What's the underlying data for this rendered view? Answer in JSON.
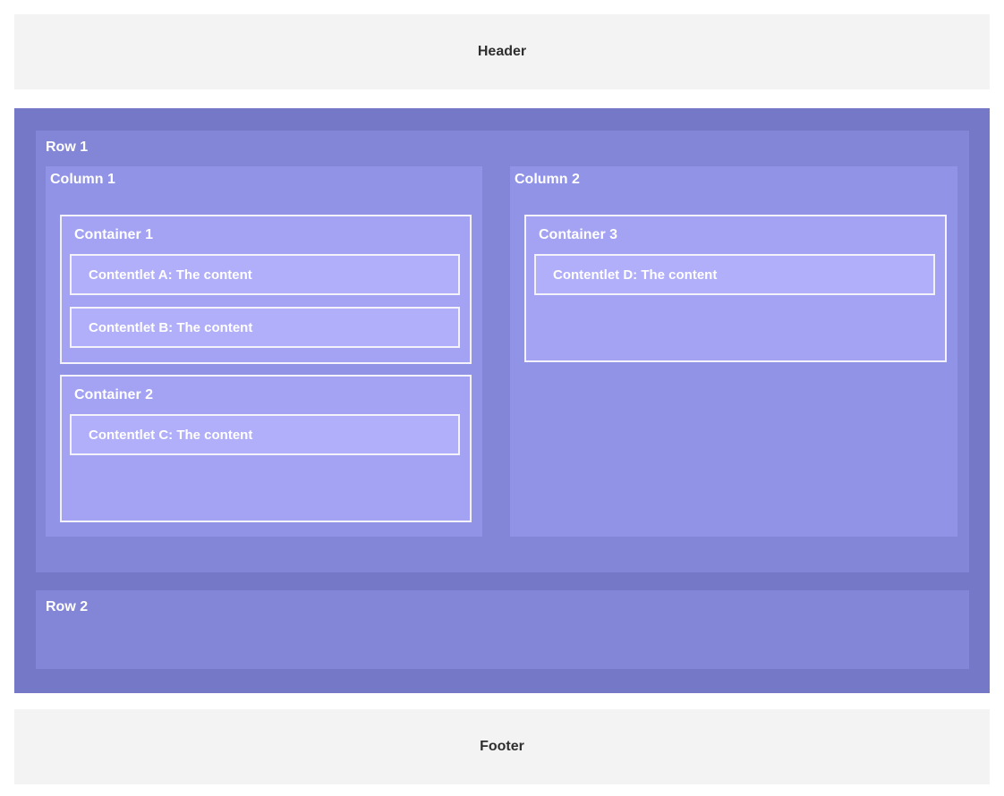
{
  "header": {
    "label": "Header"
  },
  "footer": {
    "label": "Footer"
  },
  "body": {
    "rows": [
      {
        "label": "Row 1",
        "columns": [
          {
            "label": "Column 1",
            "containers": [
              {
                "label": "Container 1",
                "contentlets": [
                  "Contentlet A: The content",
                  "Contentlet B: The content"
                ]
              },
              {
                "label": "Container 2",
                "contentlets": [
                  "Contentlet C: The content"
                ]
              }
            ]
          },
          {
            "label": "Column 2",
            "containers": [
              {
                "label": "Container 3",
                "contentlets": [
                  "Contentlet D: The content"
                ]
              }
            ]
          }
        ]
      },
      {
        "label": "Row 2",
        "columns": []
      }
    ]
  },
  "colors": {
    "page_background": "#ffffff",
    "band_background": "#f4f3f3",
    "band_text": "#2f2f2f",
    "body_background": "#7577c7",
    "row_background": "#8386d6",
    "column_background": "#9093e6",
    "container_background": "#a4a2f3",
    "contentlet_background": "#b1aefa",
    "box_border": "#f3f2fb",
    "label_text": "#ffffff"
  }
}
